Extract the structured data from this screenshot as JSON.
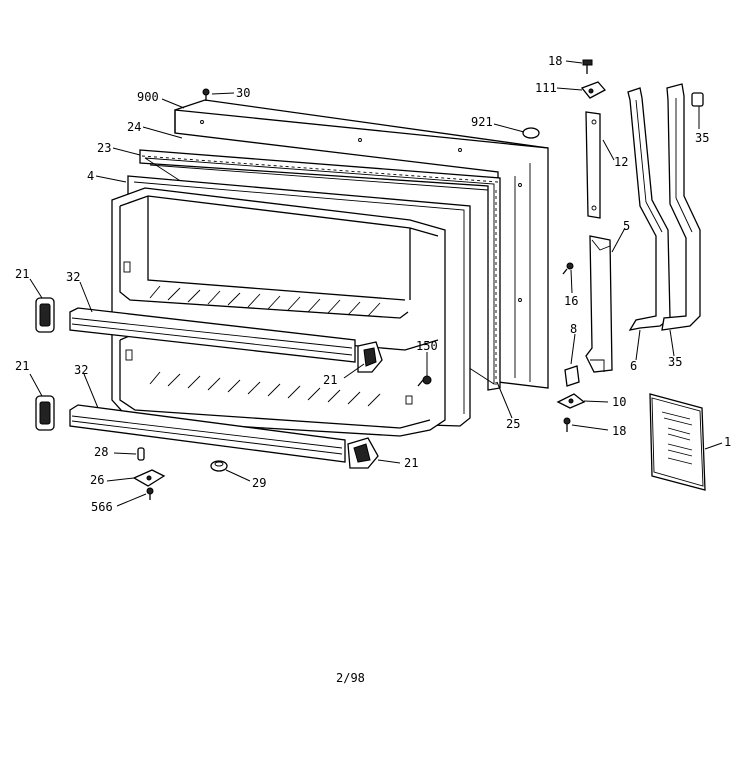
{
  "diagram": {
    "callouts": [
      {
        "id": "c18a",
        "text": "18"
      },
      {
        "id": "c111",
        "text": "111"
      },
      {
        "id": "c900",
        "text": "900"
      },
      {
        "id": "c30",
        "text": "30"
      },
      {
        "id": "c921",
        "text": "921"
      },
      {
        "id": "c35a",
        "text": "35"
      },
      {
        "id": "c24",
        "text": "24"
      },
      {
        "id": "c12",
        "text": "12"
      },
      {
        "id": "c23",
        "text": "23"
      },
      {
        "id": "c4",
        "text": "4"
      },
      {
        "id": "c5",
        "text": "5"
      },
      {
        "id": "c21a",
        "text": "21"
      },
      {
        "id": "c32a",
        "text": "32"
      },
      {
        "id": "c16",
        "text": "16"
      },
      {
        "id": "c8",
        "text": "8"
      },
      {
        "id": "c150",
        "text": "150"
      },
      {
        "id": "c6",
        "text": "6"
      },
      {
        "id": "c35b",
        "text": "35"
      },
      {
        "id": "c21b",
        "text": "21"
      },
      {
        "id": "c32b",
        "text": "32"
      },
      {
        "id": "c21c",
        "text": "21"
      },
      {
        "id": "c10",
        "text": "10"
      },
      {
        "id": "c18b",
        "text": "18"
      },
      {
        "id": "c25",
        "text": "25"
      },
      {
        "id": "c1",
        "text": "1"
      },
      {
        "id": "c28",
        "text": "28"
      },
      {
        "id": "c21d",
        "text": "21"
      },
      {
        "id": "c26",
        "text": "26"
      },
      {
        "id": "c29",
        "text": "29"
      },
      {
        "id": "c566",
        "text": "566"
      }
    ],
    "footer_code": "2/98"
  }
}
